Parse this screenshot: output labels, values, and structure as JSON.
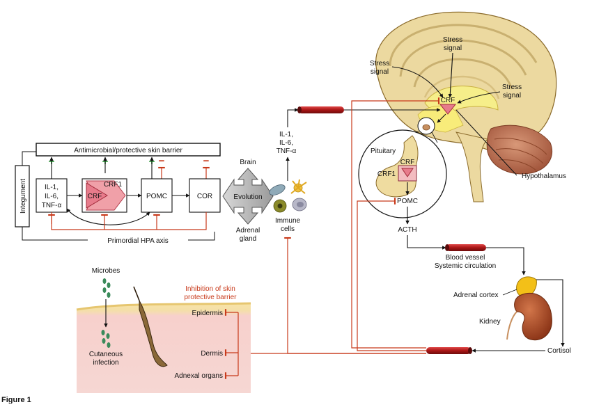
{
  "integument_box": {
    "barrier_label": "Antimicrobial/protective skin barrier",
    "integument_label": "Integument",
    "cytokines_box": [
      "IL-1,",
      "IL-6,",
      "TNF-α"
    ],
    "crf_label": "CRF",
    "crf1_label": "CRF1",
    "pomc_label": "POMC",
    "cor_label": "COR",
    "hpa_label": "Primordial HPA axis",
    "plus_sign": "+",
    "minus_sign": "−"
  },
  "evolution": {
    "label": "Evolution",
    "top_label": "Brain",
    "bottom_label": [
      "Adrenal",
      "gland"
    ]
  },
  "immune": {
    "label": [
      "Immune",
      "cells"
    ],
    "cytokines": [
      "IL-1,",
      "IL-6,",
      "TNF-α"
    ]
  },
  "brain": {
    "stress_signal_1": [
      "Stress",
      "signal"
    ],
    "stress_signal_2": [
      "Stress",
      "signal"
    ],
    "stress_signal_3": [
      "Stress",
      "signal"
    ],
    "crf_label": "CRF",
    "hypothalamus_label": "Hypothalamus",
    "pituitary_label": "Pituitary",
    "pituitary_crf": "CRF",
    "pituitary_crf1": "CRF1",
    "pomc_label": "POMC",
    "acth_label": "ACTH"
  },
  "circulation": {
    "label": [
      "Blood vessel",
      "Systemic circulation"
    ]
  },
  "adrenal": {
    "cortex_label": "Adrenal cortex",
    "kidney_label": "Kidney",
    "cortisol_label": "Cortisol"
  },
  "skin": {
    "microbes_label": "Microbes",
    "infection_label": [
      "Cutaneous",
      "infection"
    ],
    "inhibition_label": [
      "Inhibition of skin",
      "protective barrier"
    ],
    "epidermis_label": "Epidermis",
    "dermis_label": "Dermis",
    "adnexal_label": "Adnexal organs"
  },
  "figure_caption": "Figure 1",
  "colors": {
    "inhibit_red": "#c8391a",
    "plus_green": "#2f9a3a",
    "brain_tan": "#e9d39a",
    "vessel_red": "#b81e1e",
    "skin_pink": "#f6d4d0"
  }
}
